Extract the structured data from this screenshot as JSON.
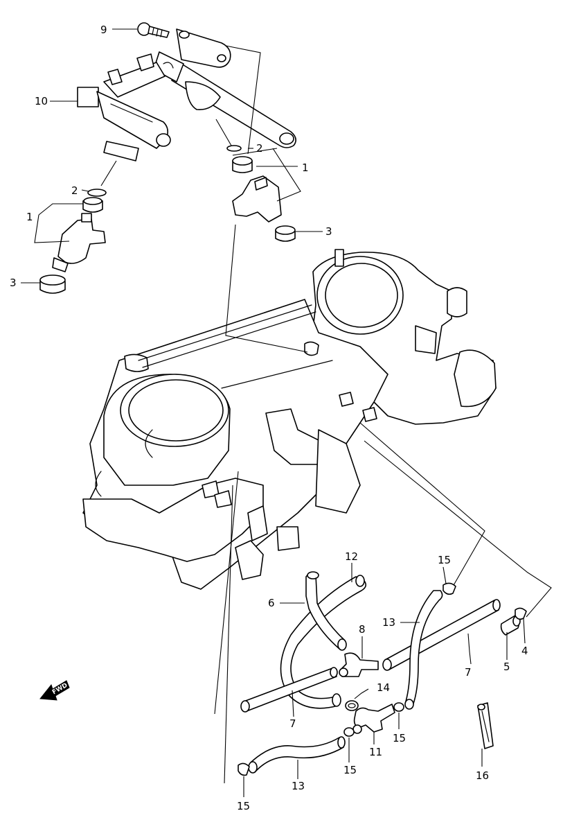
{
  "labels": {
    "l9": "9",
    "l10": "10",
    "l2a": "2",
    "l1a": "1",
    "l3a": "3",
    "l2b": "2",
    "l1b": "1",
    "l3b": "3",
    "l12": "12",
    "l6": "6",
    "l8": "8",
    "l13a": "13",
    "l15a": "15",
    "l7a": "7",
    "l5": "5",
    "l4": "4",
    "l14": "14",
    "l7b": "7",
    "l11": "11",
    "l15b": "15",
    "l15c": "15",
    "l13b": "13",
    "l16": "16",
    "l15d": "15"
  },
  "fwd": "FWD"
}
